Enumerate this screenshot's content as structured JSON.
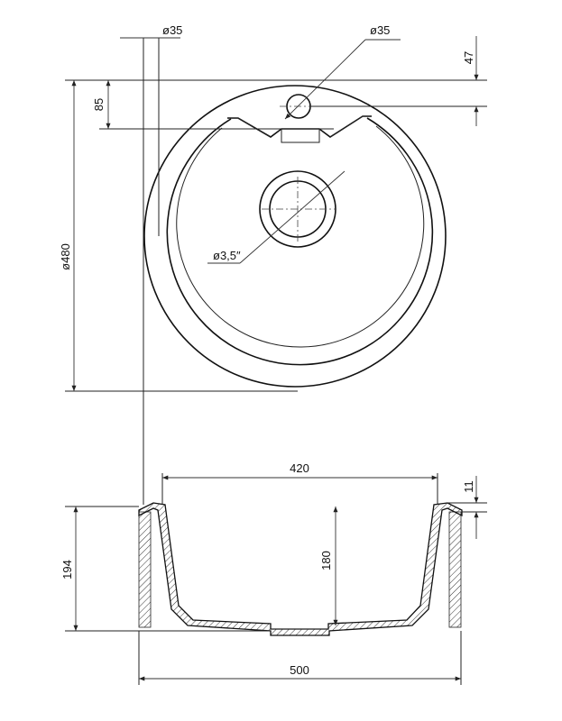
{
  "top_view": {
    "dim_tap_hole": "ø35",
    "dim_overflow_hole": "ø35",
    "dim_top_offset": "47",
    "dim_hole_offset": "85",
    "dim_outer_diameter": "ø480",
    "dim_drain": "ø3,5″"
  },
  "section_view": {
    "dim_inner_width": "420",
    "dim_rim": "11",
    "dim_total_height": "194",
    "dim_bowl_depth": "180",
    "dim_total_width": "500"
  }
}
